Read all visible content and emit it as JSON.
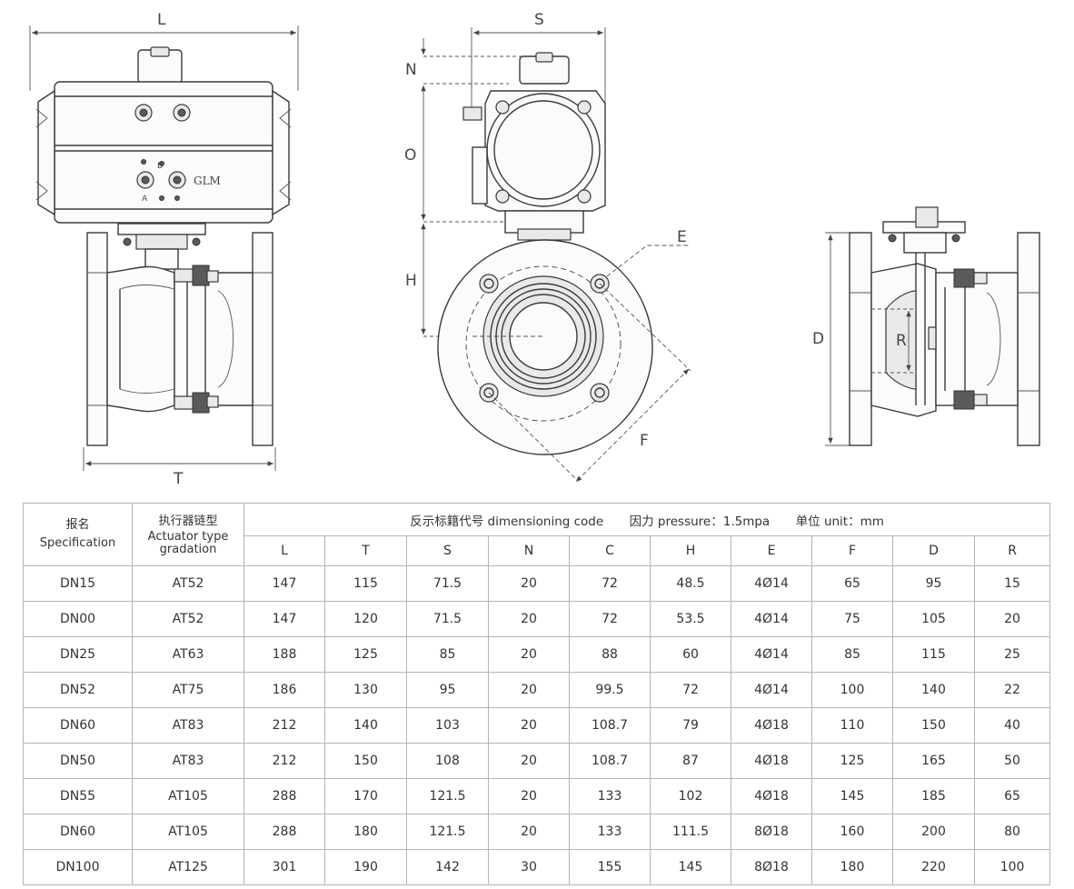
{
  "drawing": {
    "labels": {
      "L": "L",
      "T": "T",
      "S": "S",
      "N": "N",
      "O": "O",
      "H": "H",
      "E": "E",
      "F": "F",
      "D": "D",
      "R": "R",
      "brand": "GLM"
    },
    "markings": {
      "port_b": "B",
      "port_a": "A"
    }
  },
  "table": {
    "spec_label_cn": "报名",
    "spec_label_en": "Specification",
    "actuator_label_cn": "执行器链型",
    "actuator_label_en_1": "Actuator type",
    "actuator_label_en_2": "gradation",
    "title_part1": "反示标籍代号 dimensioning code",
    "title_part2": "因力 pressure：1.5mpa",
    "title_part3": "单位 unit：mm",
    "columns": [
      "L",
      "T",
      "S",
      "N",
      "C",
      "H",
      "E",
      "F",
      "D",
      "R"
    ],
    "rows": [
      [
        "DN15",
        "AT52",
        "147",
        "115",
        "71.5",
        "20",
        "72",
        "48.5",
        "4Ø14",
        "65",
        "95",
        "15"
      ],
      [
        "DN00",
        "AT52",
        "147",
        "120",
        "71.5",
        "20",
        "72",
        "53.5",
        "4Ø14",
        "75",
        "105",
        "20"
      ],
      [
        "DN25",
        "AT63",
        "188",
        "125",
        "85",
        "20",
        "88",
        "60",
        "4Ø14",
        "85",
        "115",
        "25"
      ],
      [
        "DN52",
        "AT75",
        "186",
        "130",
        "95",
        "20",
        "99.5",
        "72",
        "4Ø14",
        "100",
        "140",
        "22"
      ],
      [
        "DN60",
        "AT83",
        "212",
        "140",
        "103",
        "20",
        "108.7",
        "79",
        "4Ø18",
        "110",
        "150",
        "40"
      ],
      [
        "DN50",
        "AT83",
        "212",
        "150",
        "108",
        "20",
        "108.7",
        "87",
        "4Ø18",
        "125",
        "165",
        "50"
      ],
      [
        "DN55",
        "AT105",
        "288",
        "170",
        "121.5",
        "20",
        "133",
        "102",
        "4Ø18",
        "145",
        "185",
        "65"
      ],
      [
        "DN60",
        "AT105",
        "288",
        "180",
        "121.5",
        "20",
        "133",
        "111.5",
        "8Ø18",
        "160",
        "200",
        "80"
      ],
      [
        "DN100",
        "AT125",
        "301",
        "190",
        "142",
        "30",
        "155",
        "145",
        "8Ø18",
        "180",
        "220",
        "100"
      ]
    ]
  }
}
